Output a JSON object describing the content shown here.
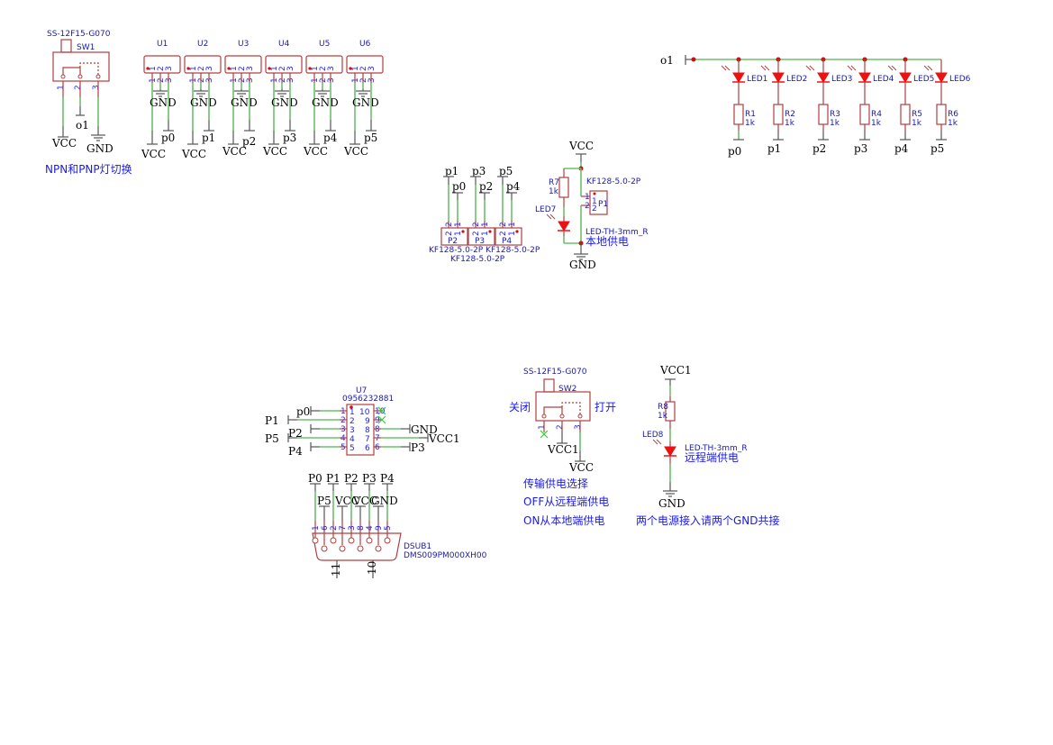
{
  "sheet": {
    "sw1": {
      "ref": "SW1",
      "part": "SS-12F15-G070",
      "pins": [
        "1",
        "2",
        "3"
      ],
      "nets": {
        "pin1": "VCC",
        "pin2": "o1",
        "pin3": "GND"
      },
      "note": "NPN和PNP灯切换"
    },
    "u_blocks": [
      {
        "ref": "U1",
        "gnd": "GND",
        "vcc": "VCC",
        "sig": "p0"
      },
      {
        "ref": "U2",
        "gnd": "GND",
        "vcc": "VCC",
        "sig": "p1"
      },
      {
        "ref": "U3",
        "gnd": "GND",
        "vcc": "VCC",
        "sig": "p2"
      },
      {
        "ref": "U4",
        "gnd": "GND",
        "vcc": "VCC",
        "sig": "p3"
      },
      {
        "ref": "U5",
        "gnd": "GND",
        "vcc": "VCC",
        "sig": "p4"
      },
      {
        "ref": "U6",
        "gnd": "GND",
        "vcc": "VCC",
        "sig": "p5"
      }
    ],
    "u_pins": [
      "1",
      "2",
      "3"
    ],
    "led_bank": {
      "common": "o1",
      "items": [
        {
          "led": "LED1",
          "res": "R1",
          "val": "1k",
          "net": "p0"
        },
        {
          "led": "LED2",
          "res": "R2",
          "val": "1k",
          "net": "p1"
        },
        {
          "led": "LED3",
          "res": "R3",
          "val": "1k",
          "net": "p2"
        },
        {
          "led": "LED4",
          "res": "R4",
          "val": "1k",
          "net": "p3"
        },
        {
          "led": "LED5",
          "res": "R5",
          "val": "1k",
          "net": "p4"
        },
        {
          "led": "LED6",
          "res": "R6",
          "val": "1k",
          "net": "p5"
        }
      ]
    },
    "connectors": {
      "items": [
        {
          "ref": "P2",
          "net2": "p1",
          "net1": "p0"
        },
        {
          "ref": "P3",
          "net2": "p3",
          "net1": "p2"
        },
        {
          "ref": "P4",
          "net2": "p5",
          "net1": "p4"
        }
      ],
      "part_a": "KF128-5.0-2P KF128-5.0-2P",
      "part_b": "KF128-5.0-2P",
      "pin1": "1",
      "pin2": "2"
    },
    "local_power": {
      "vcc": "VCC",
      "gnd": "GND",
      "res": "R7",
      "res_val": "1k",
      "led": "LED7",
      "led_part": "LED-TH-3mm_R",
      "conn": "P1",
      "conn_part": "KF128-5.0-2P",
      "note": "本地供电"
    },
    "u7": {
      "ref": "U7",
      "part": "0956232881",
      "left": [
        {
          "pin": "1",
          "net": "p0"
        },
        {
          "pin": "2",
          "net": "P1"
        },
        {
          "pin": "3",
          "net": "P2"
        },
        {
          "pin": "4",
          "net": "P5"
        },
        {
          "pin": "5",
          "net": "P4"
        }
      ],
      "right": [
        {
          "pin": "10",
          "net": ""
        },
        {
          "pin": "9",
          "net": ""
        },
        {
          "pin": "8",
          "net": "GND"
        },
        {
          "pin": "7",
          "net": "VCC1"
        },
        {
          "pin": "6",
          "net": "P3"
        }
      ]
    },
    "dsub": {
      "ref": "DSUB1",
      "part": "DMS009PM000XH00",
      "top_nets": [
        "P0",
        "P1",
        "P2",
        "P3",
        "P4"
      ],
      "low_nets": [
        "P5",
        "VCC",
        "VCC",
        "GND"
      ],
      "pins": [
        "1",
        "6",
        "2",
        "7",
        "3",
        "8",
        "4",
        "9",
        "5"
      ],
      "shell_pins": [
        "11",
        "10"
      ]
    },
    "sw2": {
      "ref": "SW2",
      "part": "SS-12F15-G070",
      "off_label": "关闭",
      "on_label": "打开",
      "pins": [
        "1",
        "2",
        "3"
      ],
      "net2": "VCC1",
      "net3": "VCC",
      "notes": [
        "传输供电选择",
        "OFF从远程端供电",
        "ON从本地端供电"
      ]
    },
    "remote_power": {
      "vcc": "VCC1",
      "gnd": "GND",
      "res": "R8",
      "res_val": "1k",
      "led": "LED8",
      "led_part": "LED-TH-3mm_R",
      "note": "远程端供电",
      "gnd_note": "两个电源接入请两个GND共接"
    }
  }
}
